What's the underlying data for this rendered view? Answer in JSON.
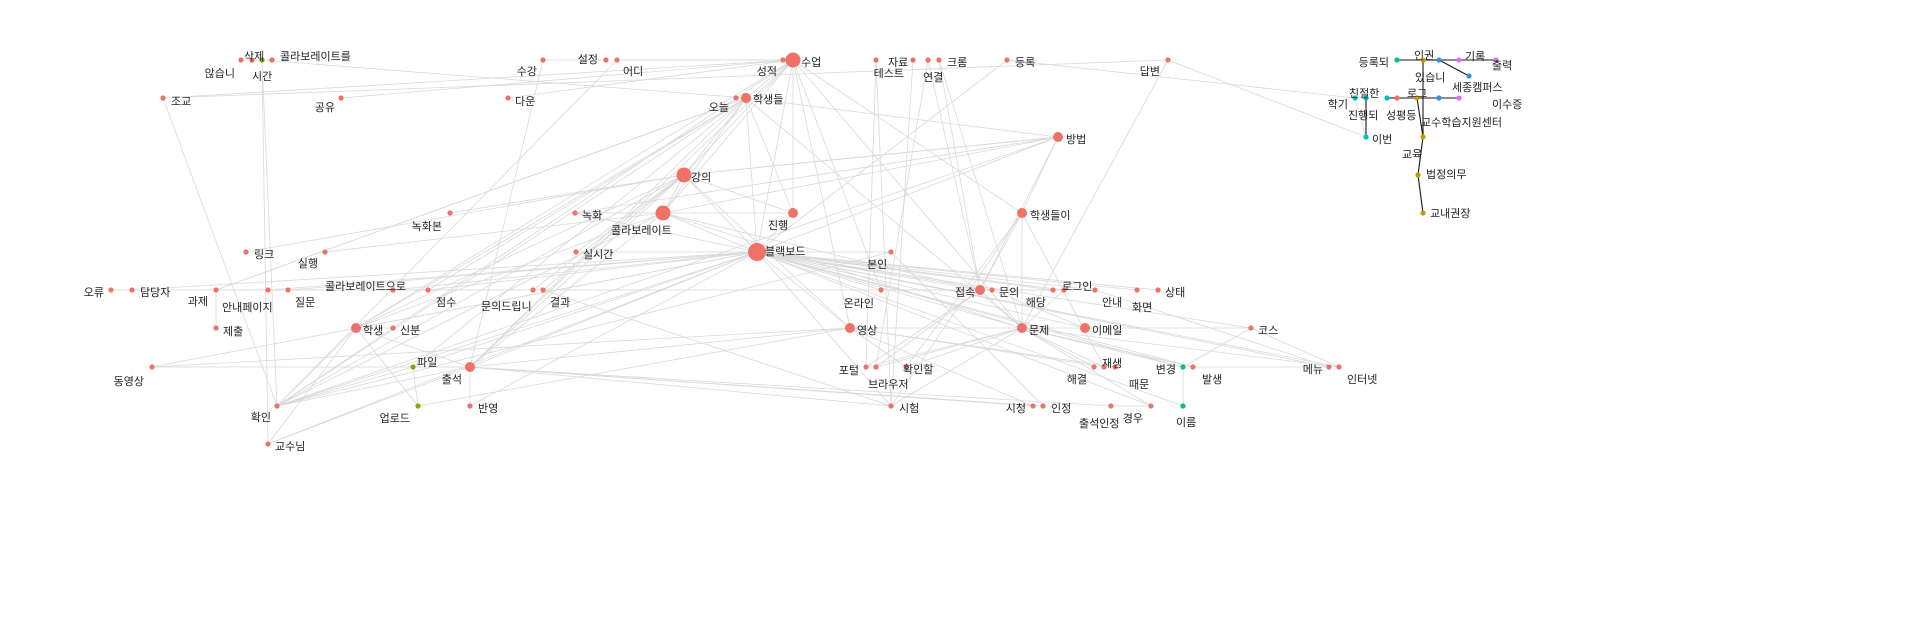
{
  "colors": {
    "coral": "#f07167",
    "green": "#7cae00",
    "teal": "#00bfc4",
    "tealgreen": "#00c08b",
    "gold": "#c49a00",
    "blue": "#3a8ee6",
    "magenta": "#e76bf3",
    "edge": "#d9d9d9",
    "edge_dark": "#1a1a1a"
  },
  "chart_data": {
    "type": "network",
    "nodes": [
      {
        "id": "삭제",
        "group": "coral"
      },
      {
        "id": "콜라보레이트를",
        "group": "coral"
      },
      {
        "id": "않습니",
        "group": "coral"
      },
      {
        "id": "시간",
        "group": "green"
      },
      {
        "id": "조교",
        "group": "coral"
      },
      {
        "id": "공유",
        "group": "coral"
      },
      {
        "id": "수강",
        "group": "coral"
      },
      {
        "id": "설정",
        "group": "coral"
      },
      {
        "id": "어디",
        "group": "coral"
      },
      {
        "id": "다운",
        "group": "coral"
      },
      {
        "id": "성적",
        "group": "coral"
      },
      {
        "id": "수업",
        "group": "coral",
        "weight": 3
      },
      {
        "id": "자료",
        "group": "coral"
      },
      {
        "id": "테스트",
        "group": "coral"
      },
      {
        "id": "크롬",
        "group": "coral"
      },
      {
        "id": "연결",
        "group": "coral"
      },
      {
        "id": "등록",
        "group": "coral"
      },
      {
        "id": "답변",
        "group": "coral"
      },
      {
        "id": "오늘",
        "group": "coral"
      },
      {
        "id": "학생들",
        "group": "coral",
        "weight": 2
      },
      {
        "id": "방법",
        "group": "coral",
        "weight": 2
      },
      {
        "id": "강의",
        "group": "coral",
        "weight": 3
      },
      {
        "id": "녹화본",
        "group": "coral"
      },
      {
        "id": "녹화",
        "group": "coral"
      },
      {
        "id": "콜라보레이트",
        "group": "coral",
        "weight": 3
      },
      {
        "id": "진행",
        "group": "coral",
        "weight": 2
      },
      {
        "id": "학생들이",
        "group": "coral",
        "weight": 2
      },
      {
        "id": "링크",
        "group": "coral"
      },
      {
        "id": "실행",
        "group": "coral"
      },
      {
        "id": "실시간",
        "group": "coral"
      },
      {
        "id": "블랙보드",
        "group": "coral",
        "weight": 4
      },
      {
        "id": "본인",
        "group": "coral"
      },
      {
        "id": "오류",
        "group": "coral"
      },
      {
        "id": "담당자",
        "group": "coral"
      },
      {
        "id": "과제",
        "group": "coral"
      },
      {
        "id": "안내페이지",
        "group": "coral"
      },
      {
        "id": "질문",
        "group": "coral"
      },
      {
        "id": "콜라보레이트으로",
        "group": "coral"
      },
      {
        "id": "점수",
        "group": "coral"
      },
      {
        "id": "문의드립니",
        "group": "coral"
      },
      {
        "id": "결과",
        "group": "coral"
      },
      {
        "id": "온라인",
        "group": "coral"
      },
      {
        "id": "접속",
        "group": "coral",
        "weight": 2
      },
      {
        "id": "문의",
        "group": "coral"
      },
      {
        "id": "로그인",
        "group": "coral"
      },
      {
        "id": "해당",
        "group": "coral"
      },
      {
        "id": "안내",
        "group": "coral"
      },
      {
        "id": "상태",
        "group": "coral"
      },
      {
        "id": "화면",
        "group": "coral"
      },
      {
        "id": "제출",
        "group": "coral"
      },
      {
        "id": "학생",
        "group": "coral",
        "weight": 2
      },
      {
        "id": "신분",
        "group": "coral"
      },
      {
        "id": "영상",
        "group": "coral",
        "weight": 2
      },
      {
        "id": "문제",
        "group": "coral",
        "weight": 2
      },
      {
        "id": "이메일",
        "group": "coral",
        "weight": 2
      },
      {
        "id": "코스",
        "group": "coral"
      },
      {
        "id": "동영상",
        "group": "coral"
      },
      {
        "id": "파일",
        "group": "green"
      },
      {
        "id": "출석",
        "group": "coral",
        "weight": 2
      },
      {
        "id": "포털",
        "group": "coral"
      },
      {
        "id": "브라우저",
        "group": "coral"
      },
      {
        "id": "확인할",
        "group": "coral"
      },
      {
        "id": "재생",
        "group": "coral"
      },
      {
        "id": "해결",
        "group": "coral"
      },
      {
        "id": "때문",
        "group": "coral"
      },
      {
        "id": "변경",
        "group": "tealgreen"
      },
      {
        "id": "발생",
        "group": "coral"
      },
      {
        "id": "메뉴",
        "group": "coral"
      },
      {
        "id": "인터넷",
        "group": "coral"
      },
      {
        "id": "확인",
        "group": "coral"
      },
      {
        "id": "업로드",
        "group": "green"
      },
      {
        "id": "반영",
        "group": "coral"
      },
      {
        "id": "시험",
        "group": "coral"
      },
      {
        "id": "시청",
        "group": "coral"
      },
      {
        "id": "인정",
        "group": "coral"
      },
      {
        "id": "출석인정",
        "group": "coral"
      },
      {
        "id": "경우",
        "group": "coral"
      },
      {
        "id": "이름",
        "group": "tealgreen"
      },
      {
        "id": "교수님",
        "group": "coral"
      },
      {
        "id": "등록되",
        "group": "tealgreen"
      },
      {
        "id": "인권",
        "group": "gold"
      },
      {
        "id": "기록",
        "group": "magenta"
      },
      {
        "id": "출력",
        "group": "magenta"
      },
      {
        "id": "있습니",
        "group": "blue"
      },
      {
        "id": "세종캠퍼스",
        "group": "blue"
      },
      {
        "id": "학기",
        "group": "teal"
      },
      {
        "id": "진행되",
        "group": "teal"
      },
      {
        "id": "친절한",
        "group": "teal"
      },
      {
        "id": "로그",
        "group": "coral"
      },
      {
        "id": "성평등",
        "group": "gold"
      },
      {
        "id": "교수학습지원센터",
        "group": "blue"
      },
      {
        "id": "이수증",
        "group": "magenta"
      },
      {
        "id": "이번",
        "group": "teal"
      },
      {
        "id": "교육",
        "group": "gold"
      },
      {
        "id": "법정의무",
        "group": "gold"
      },
      {
        "id": "교내권장",
        "group": "gold"
      }
    ]
  }
}
